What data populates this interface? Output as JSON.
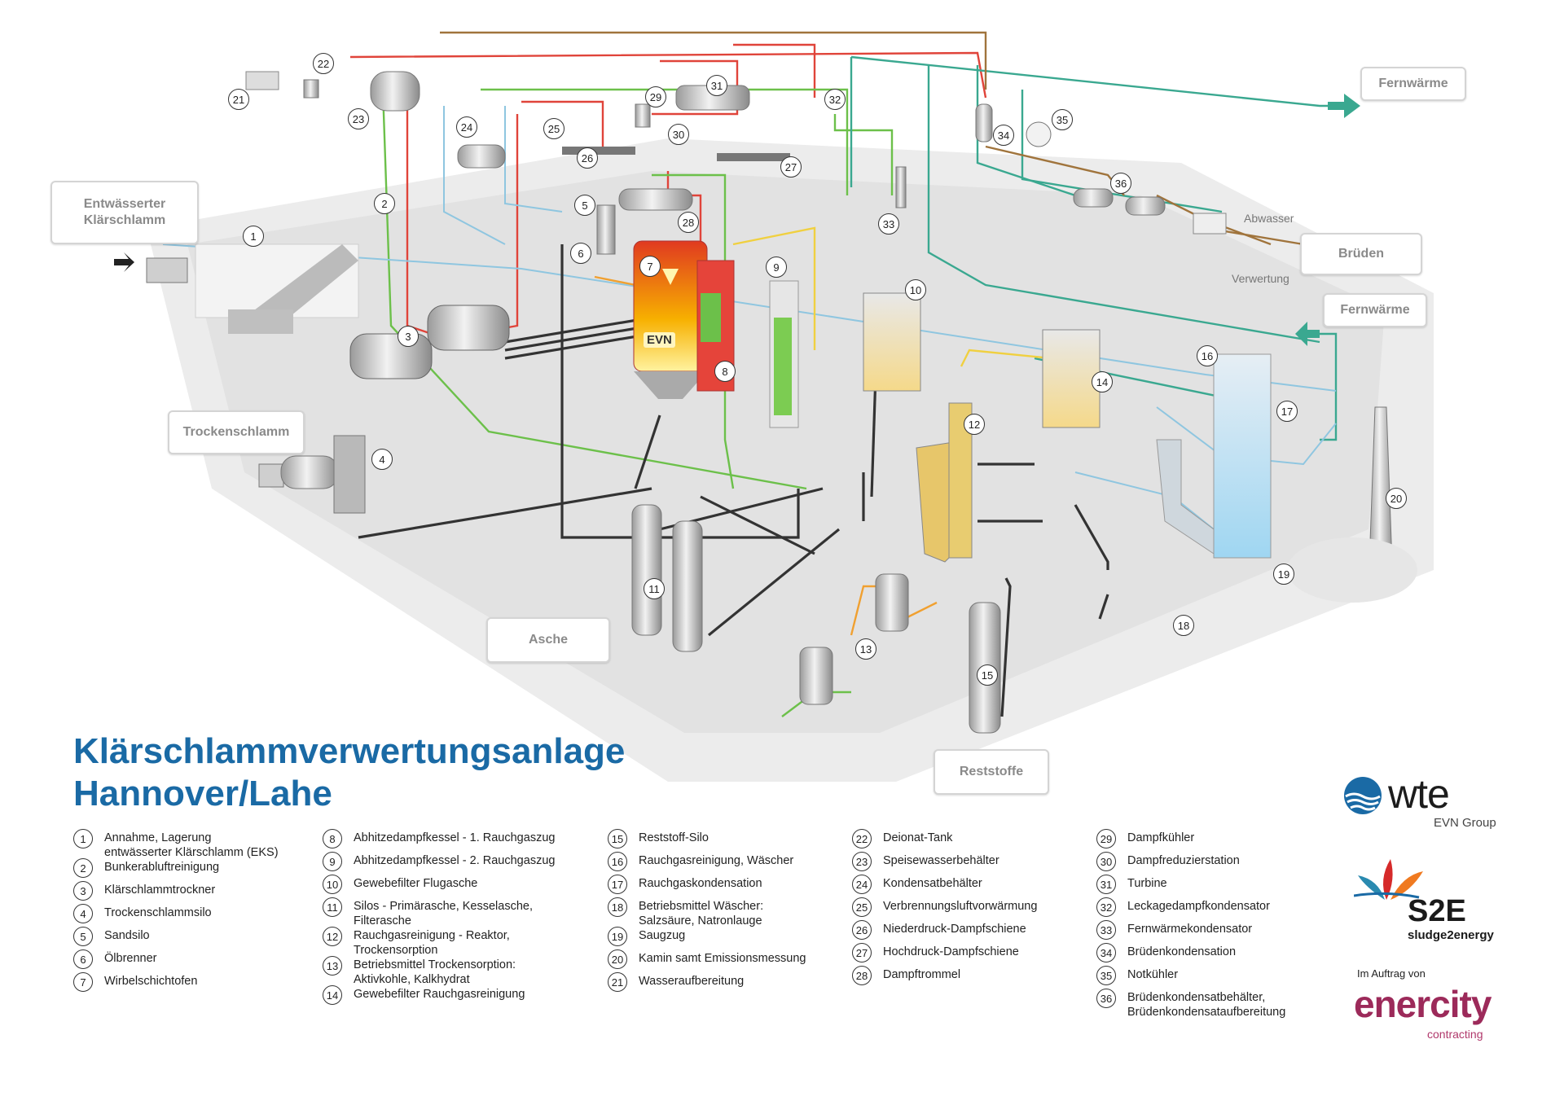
{
  "title": {
    "line1": "Klärschlammverwertungsanlage",
    "line2": "Hannover/Lahe"
  },
  "plant_labels": {
    "entwaesserter": "Entwässerter\nKlärschlamm",
    "trockenschlamm": "Trockenschlamm",
    "asche": "Asche",
    "reststoffe": "Reststoffe",
    "fernwaerme_out": "Fernwärme",
    "brueden": "Brüden",
    "fernwaerme_in": "Fernwärme",
    "abwasser": "Abwasser",
    "verwertung": "Verwertung",
    "evn": "EVN"
  },
  "diagram_numbers": [
    "1",
    "2",
    "3",
    "4",
    "5",
    "6",
    "7",
    "8",
    "9",
    "10",
    "11",
    "12",
    "13",
    "14",
    "15",
    "16",
    "17",
    "18",
    "19",
    "20",
    "21",
    "22",
    "23",
    "24",
    "25",
    "26",
    "27",
    "28",
    "29",
    "30",
    "31",
    "32",
    "33",
    "34",
    "35",
    "36"
  ],
  "legend": {
    "col1": [
      {
        "num": "1",
        "text": "Annahme, Lagerung\nentwässerter Klärschlamm (EKS)"
      },
      {
        "num": "2",
        "text": "Bunkerabluftreinigung"
      },
      {
        "num": "3",
        "text": "Klärschlammtrockner"
      },
      {
        "num": "4",
        "text": "Trockenschlammsilo"
      },
      {
        "num": "5",
        "text": "Sandsilo"
      },
      {
        "num": "6",
        "text": "Ölbrenner"
      },
      {
        "num": "7",
        "text": "Wirbelschichtofen"
      }
    ],
    "col2": [
      {
        "num": "8",
        "text": "Abhitzedampfkessel - 1. Rauchgaszug"
      },
      {
        "num": "9",
        "text": "Abhitzedampfkessel - 2. Rauchgaszug"
      },
      {
        "num": "10",
        "text": "Gewebefilter Flugasche"
      },
      {
        "num": "11",
        "text": "Silos - Primärasche, Kesselasche,\nFilterasche"
      },
      {
        "num": "12",
        "text": "Rauchgasreinigung - Reaktor,\nTrockensorption"
      },
      {
        "num": "13",
        "text": "Betriebsmittel Trockensorption:\nAktivkohle, Kalkhydrat"
      },
      {
        "num": "14",
        "text": "Gewebefilter Rauchgasreinigung"
      }
    ],
    "col3": [
      {
        "num": "15",
        "text": "Reststoff-Silo"
      },
      {
        "num": "16",
        "text": "Rauchgasreinigung, Wäscher"
      },
      {
        "num": "17",
        "text": "Rauchgaskondensation"
      },
      {
        "num": "18",
        "text": "Betriebsmittel Wäscher:\nSalzsäure, Natronlauge"
      },
      {
        "num": "19",
        "text": "Saugzug"
      },
      {
        "num": "20",
        "text": "Kamin samt Emissionsmessung"
      },
      {
        "num": "21",
        "text": "Wasseraufbereitung"
      }
    ],
    "col4": [
      {
        "num": "22",
        "text": "Deionat-Tank"
      },
      {
        "num": "23",
        "text": "Speisewasserbehälter"
      },
      {
        "num": "24",
        "text": "Kondensatbehälter"
      },
      {
        "num": "25",
        "text": "Verbrennungsluftvorwärmung"
      },
      {
        "num": "26",
        "text": "Niederdruck-Dampfschiene"
      },
      {
        "num": "27",
        "text": "Hochdruck-Dampfschiene"
      },
      {
        "num": "28",
        "text": "Dampftrommel"
      }
    ],
    "col5": [
      {
        "num": "29",
        "text": "Dampfkühler"
      },
      {
        "num": "30",
        "text": "Dampfreduzierstation"
      },
      {
        "num": "31",
        "text": "Turbine"
      },
      {
        "num": "32",
        "text": "Leckagedampfkondensator"
      },
      {
        "num": "33",
        "text": "Fernwärmekondensator"
      },
      {
        "num": "34",
        "text": "Brüdenkondensation"
      },
      {
        "num": "35",
        "text": "Notkühler"
      },
      {
        "num": "36",
        "text": "Brüdenkondensatbehälter,\nBrüdenkondensataufbereitung"
      }
    ]
  },
  "logos": {
    "wte": "wte",
    "wte_sub": "EVN Group",
    "s2e": "S2E",
    "s2e_sub": "sludge2energy",
    "auftrag": "Im Auftrag von",
    "enercity": "enercity",
    "contracting": "contracting"
  },
  "colors": {
    "title": "#1a6aa5",
    "pipe_red": "#e0443a",
    "pipe_green": "#6cc04a",
    "pipe_teal": "#3aa890",
    "pipe_blue": "#8fc6e0",
    "pipe_dark": "#333333",
    "pipe_brown": "#a0743c",
    "pipe_orange": "#f0a030",
    "pipe_yellow": "#f0d040",
    "enercity": "#9c2a5a"
  }
}
